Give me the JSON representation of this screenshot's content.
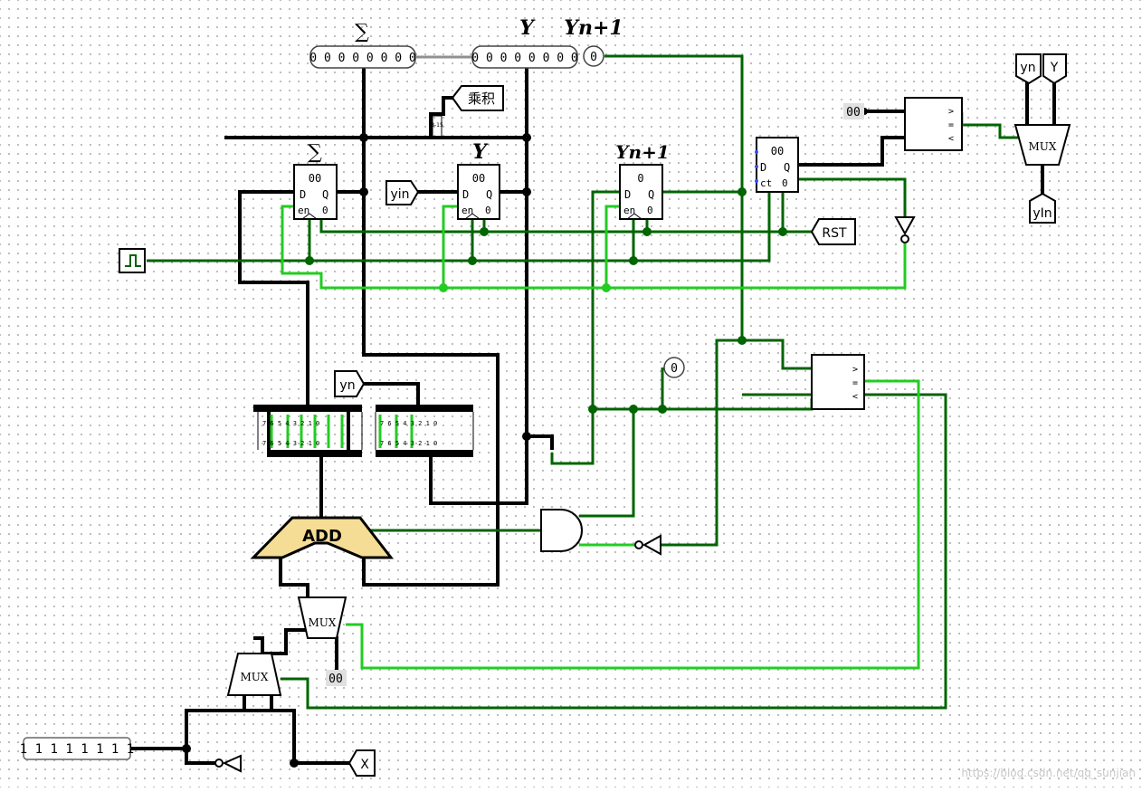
{
  "labels": {
    "sigma_top": "∑",
    "y_top": "Y",
    "yn1_top": "Yn+1",
    "sigma_reg": "∑",
    "y_reg": "Y",
    "yn1_reg": "Yn+1"
  },
  "probes": {
    "sigma": "0 0 0 0 0 0 0 0",
    "y": "0 0 0 0 0 0 0 0",
    "yn1": "0",
    "mid": "0"
  },
  "registers": {
    "sigma": {
      "value": "00",
      "d": "D",
      "q": "Q",
      "en": "en",
      "zero": "0"
    },
    "y": {
      "value": "00",
      "d": "D",
      "q": "Q",
      "en": "en",
      "zero": "0"
    },
    "yn1": {
      "value": "0",
      "d": "D",
      "q": "Q",
      "en": "en",
      "zero": "0"
    },
    "ctr": {
      "value": "00",
      "d": "D",
      "q": "Q",
      "ct": "ct",
      "zero": "0"
    }
  },
  "tunnels": {
    "product": "乘积",
    "yin": "yin",
    "rst": "RST",
    "yn": "yn",
    "yn_out": "yn",
    "y_out": "Y",
    "yin_out": "yIn",
    "x": "X"
  },
  "constants": {
    "c00_top": "00",
    "c00_bottom": "00",
    "ones": "1 1 1 1 1 1 1 1"
  },
  "components": {
    "adder": "ADD",
    "mux_top": "MUX",
    "mux_mid": "MUX",
    "mux_low": "MUX"
  },
  "watermark": "https://blog.csdn.net/qq_sunjian"
}
